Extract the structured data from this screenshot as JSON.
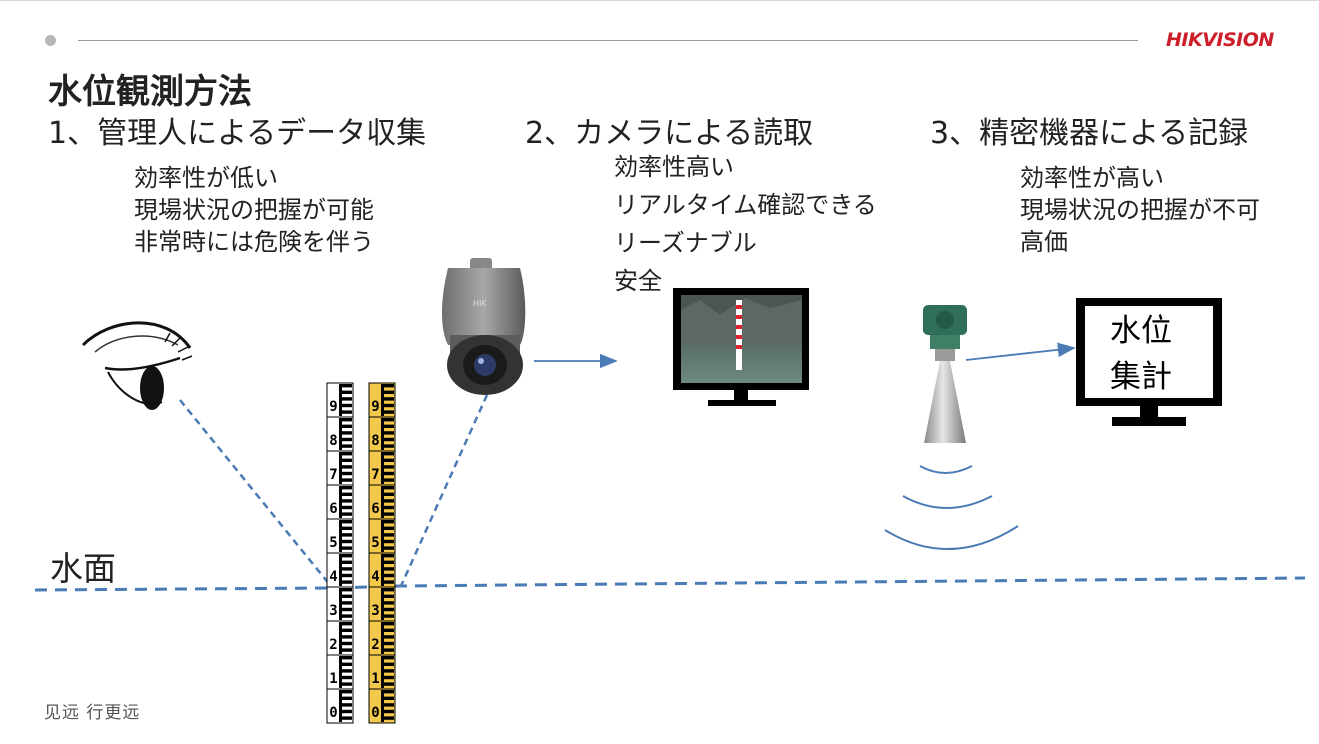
{
  "brand": {
    "logo": "HIKVISION",
    "footer": "见远 行更远"
  },
  "title": "水位観測方法",
  "methods": [
    {
      "heading": "1、管理人によるデータ収集",
      "notes": [
        "効率性が低い",
        "現場状況の把握が可能",
        "非常時には危険を伴う"
      ]
    },
    {
      "heading": "2、カメラによる読取",
      "notes": [
        "効率性高い",
        "リアルタイム確認できる",
        "リーズナブル",
        "安全"
      ]
    },
    {
      "heading": "3、精密機器による記録",
      "notes": [
        "効率性が高い",
        "現場状況の把握が不可",
        "高価"
      ]
    }
  ],
  "water_label": "水面",
  "monitor_text": [
    "水位",
    "集計"
  ],
  "gauge_numbers": [
    "9",
    "8",
    "7",
    "6",
    "5",
    "4",
    "3",
    "2",
    "1",
    "0"
  ],
  "colors": {
    "accent": "#cc1f2b",
    "dash": "#4a7bb5",
    "gauge_yellow": "#f2c94c"
  }
}
